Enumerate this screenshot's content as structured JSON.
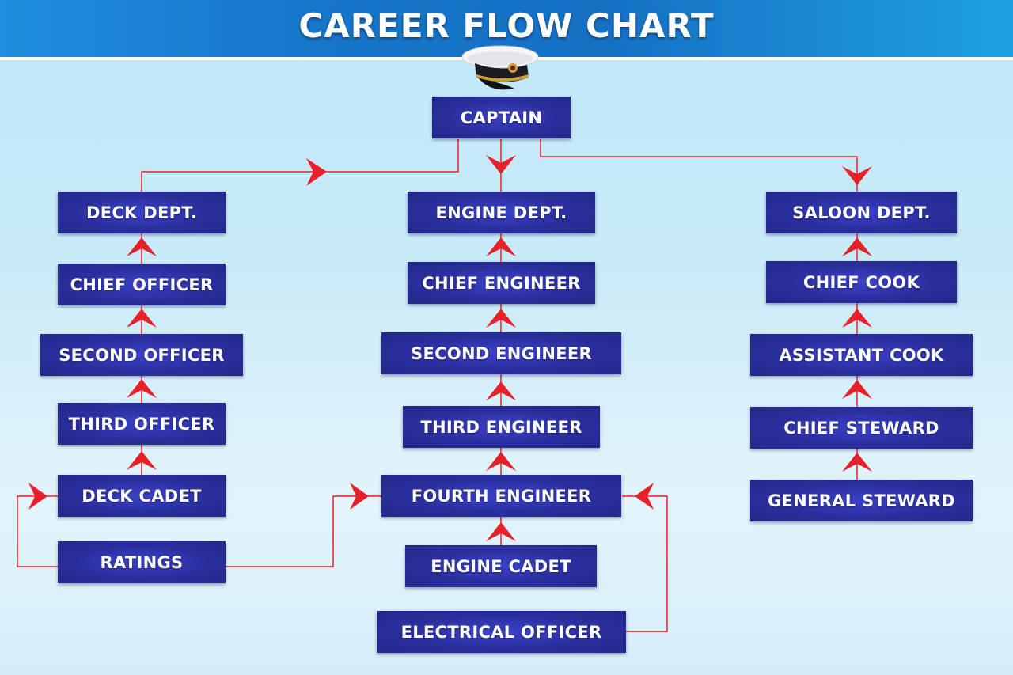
{
  "title": "CAREER FLOW CHART",
  "top": {
    "captain": "CAPTAIN"
  },
  "deck": {
    "dept": "DECK DEPT.",
    "chief_officer": "CHIEF OFFICER",
    "second_officer": "SECOND OFFICER",
    "third_officer": "THIRD OFFICER",
    "deck_cadet": "DECK CADET",
    "ratings": "RATINGS"
  },
  "engine": {
    "dept": "ENGINE DEPT.",
    "chief_engineer": "CHIEF ENGINEER",
    "second_engineer": "SECOND ENGINEER",
    "third_engineer": "THIRD ENGINEER",
    "fourth_engineer": "FOURTH ENGINEER",
    "engine_cadet": "ENGINE CADET",
    "electrical_officer": "ELECTRICAL OFFICER"
  },
  "saloon": {
    "dept": "SALOON DEPT.",
    "chief_cook": "CHIEF COOK",
    "assistant_cook": "ASSISTANT COOK",
    "chief_steward": "CHIEF STEWARD",
    "general_steward": "GENERAL STEWARD"
  },
  "colors": {
    "box": "#2a2f9e",
    "arrow": "#e8202a",
    "header": "#1676c9"
  },
  "icons": {
    "cap": "captain-cap-icon"
  }
}
